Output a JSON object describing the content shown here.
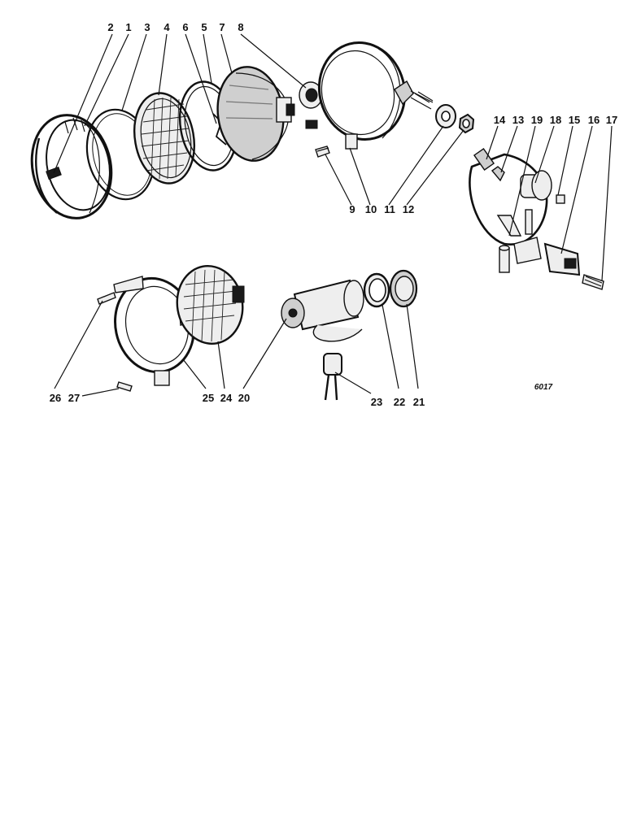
{
  "diagram": {
    "reference_code": "6017",
    "callouts": [
      {
        "id": "2",
        "label": "2"
      },
      {
        "id": "1",
        "label": "1"
      },
      {
        "id": "3",
        "label": "3"
      },
      {
        "id": "4",
        "label": "4"
      },
      {
        "id": "6",
        "label": "6"
      },
      {
        "id": "5",
        "label": "5"
      },
      {
        "id": "7",
        "label": "7"
      },
      {
        "id": "8",
        "label": "8"
      },
      {
        "id": "9",
        "label": "9"
      },
      {
        "id": "10",
        "label": "10"
      },
      {
        "id": "11",
        "label": "11"
      },
      {
        "id": "12",
        "label": "12"
      },
      {
        "id": "14",
        "label": "14"
      },
      {
        "id": "13",
        "label": "13"
      },
      {
        "id": "19",
        "label": "19"
      },
      {
        "id": "18",
        "label": "18"
      },
      {
        "id": "15",
        "label": "15"
      },
      {
        "id": "16",
        "label": "16"
      },
      {
        "id": "17",
        "label": "17"
      },
      {
        "id": "26",
        "label": "26"
      },
      {
        "id": "27",
        "label": "27"
      },
      {
        "id": "25",
        "label": "25"
      },
      {
        "id": "24",
        "label": "24"
      },
      {
        "id": "20",
        "label": "20"
      },
      {
        "id": "23",
        "label": "23"
      },
      {
        "id": "22",
        "label": "22"
      },
      {
        "id": "21",
        "label": "21"
      }
    ]
  }
}
